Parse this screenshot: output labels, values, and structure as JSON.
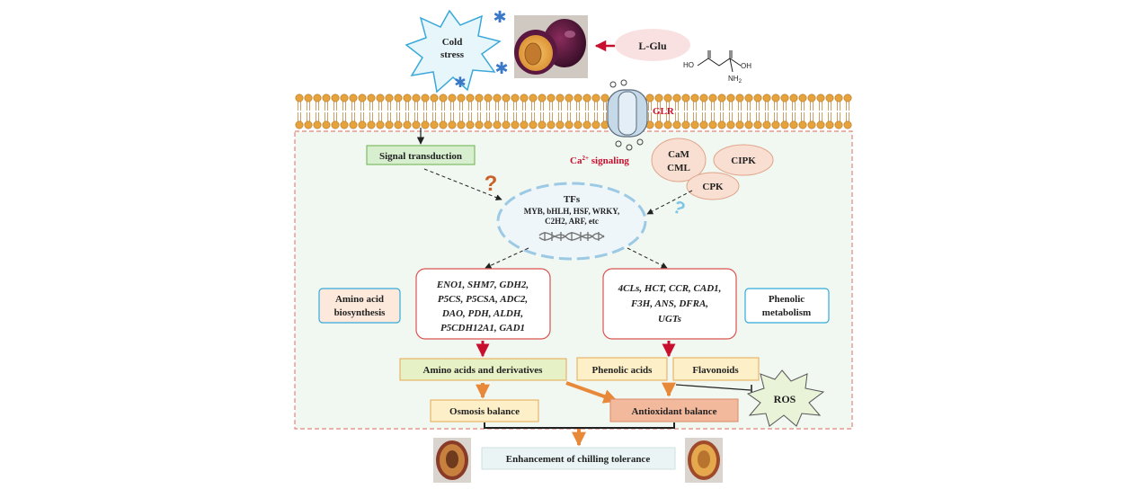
{
  "stress": {
    "label_line1": "Cold",
    "label_line2": "stress"
  },
  "treatment": {
    "label": "L-Glu",
    "molecule": {
      "left_group": "HO",
      "right_group": "OH",
      "amine": "NH",
      "amine_sub": "2"
    }
  },
  "receptor": {
    "label": "GLR"
  },
  "signals": {
    "signal_transduction": "Signal transduction",
    "calcium_prefix": "Ca",
    "calcium_sup": "2+",
    "calcium_suffix": " signaling",
    "cam_line1": "CaM",
    "cam_line2": "CML",
    "cipk": "CIPK",
    "cpk": "CPK",
    "unknown_mark": "?"
  },
  "tfs": {
    "title": "TFs",
    "line1": "MYB, bHLH, HSF, WRKY,",
    "line2": "C2H2, ARF, etc"
  },
  "amino_genes": {
    "line1": "ENO1, SHM7, GDH2,",
    "line2": "P5CS, P5CSA, ADC2,",
    "line3": "DAO, PDH, ALDH,",
    "line4": "P5CDH12A1, GAD1"
  },
  "phenolic_genes": {
    "line1": "4CLs, HCT, CCR, CAD1,",
    "line2": "F3H, ANS, DFRA,",
    "line3": "UGTs"
  },
  "pathways": {
    "amino_line1": "Amino acid",
    "amino_line2": "biosynthesis",
    "phenolic_line1": "Phenolic",
    "phenolic_line2": "metabolism"
  },
  "outcomes": {
    "amino_acids": "Amino acids and derivatives",
    "phenolic_acids": "Phenolic acids",
    "flavonoids": "Flavonoids",
    "ros": "ROS",
    "osmosis": "Osmosis balance",
    "antioxidant": "Antioxidant balance",
    "enhancement": "Enhancement of chilling tolerance"
  },
  "colors": {
    "arrow_red": "#c8102e",
    "arrow_orange": "#e8893a",
    "cell_fill": "#f1f7f1",
    "cell_border": "#e2877a",
    "membrane": "#e6a33c",
    "signal_box": "#d8efcf",
    "calcium_text": "#c8102e",
    "oval_fill": "#f9dfd1",
    "gene_box_border": "#d9534f",
    "pathway_border": "#33aadd",
    "outcome_fill": "#fdf0c8",
    "antioxidant_fill": "#f3b99d",
    "ros_fill": "#e8f3d8"
  }
}
